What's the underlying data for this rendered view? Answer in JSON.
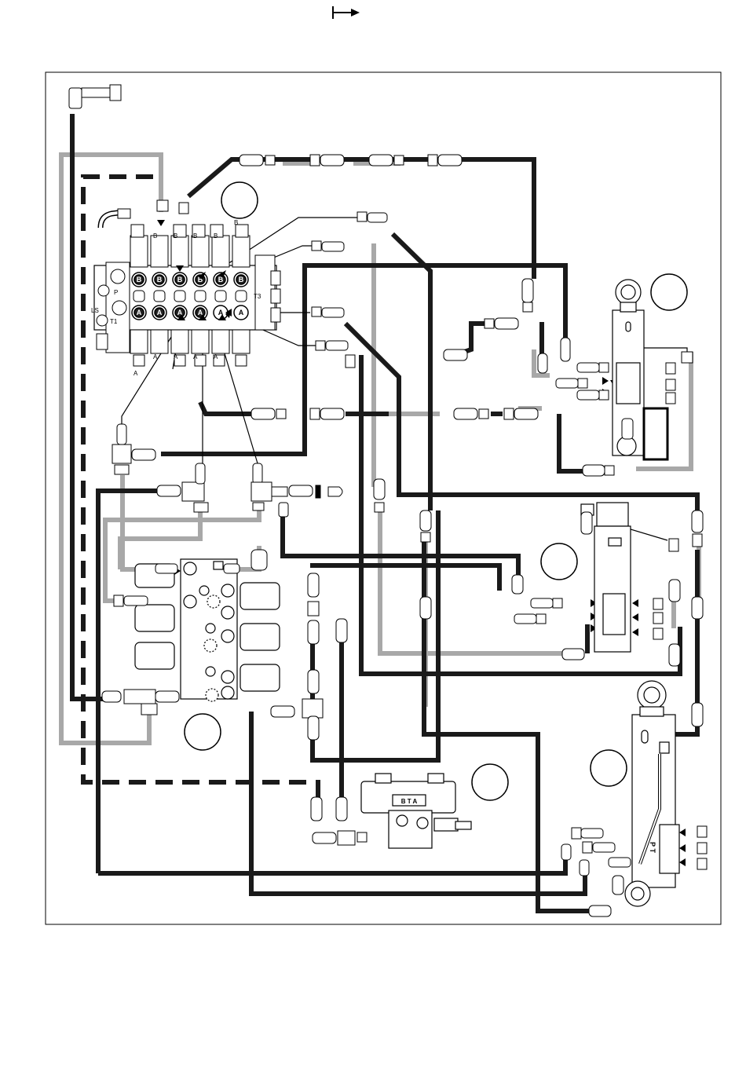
{
  "header": {
    "arrow_icon": "right-arrow-from-bar-icon"
  },
  "valve": {
    "top_labels": [
      "B",
      "B",
      "B",
      "B",
      "B"
    ],
    "top_right_label": "B",
    "bottom_labels": [
      "A",
      "A",
      "A",
      "A",
      "A"
    ],
    "bottom_left_label": "A",
    "b_ports": [
      "B",
      "B",
      "B",
      "B",
      "B",
      "B"
    ],
    "a_ports": [
      "A",
      "A",
      "A",
      "A",
      "A",
      "A"
    ],
    "left_p": "P",
    "left_ls": "LS",
    "left_t1": "T1",
    "right_t3": "T3"
  },
  "cylinder_right_label": "P T",
  "solenoid_valve_label": "B T A",
  "colors": {
    "black_line": "#1a1a1a",
    "grey_line": "#a8a8a8",
    "frame": "#000000"
  }
}
